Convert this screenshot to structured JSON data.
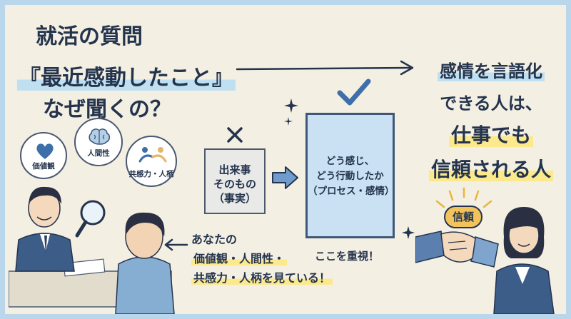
{
  "title": {
    "line1": "就活の質問",
    "line2": "『最近感動したこと』",
    "line3": "なぜ聞くの？"
  },
  "bubbles": {
    "values": "価値観",
    "humanity": "人間性",
    "empathy": "共感力・人柄"
  },
  "fact_card": {
    "line1": "出来事",
    "line2": "そのもの",
    "line3": "（事実）"
  },
  "process_card": {
    "line1": "どう感じ、",
    "line2": "どう行動したか",
    "line3": "（プロセス・感情）"
  },
  "focus_note": "ここを重視！",
  "observer_note": {
    "line1": "あなたの",
    "line2": "価値観・人間性・",
    "line3": "共感力・人柄を見ている！"
  },
  "conclusion": {
    "line1": "感情を言語化",
    "line2": "できる人は、",
    "line3": "仕事でも",
    "line4": "信頼される人"
  },
  "trust_badge": "信頼",
  "colors": {
    "background": "#f4efe3",
    "frame": "#b9d6ea",
    "ink": "#24344d",
    "highlight_blue": "#bfe0f1",
    "highlight_yellow": "#fbe98c",
    "card_blue": "#c9e1f2"
  }
}
